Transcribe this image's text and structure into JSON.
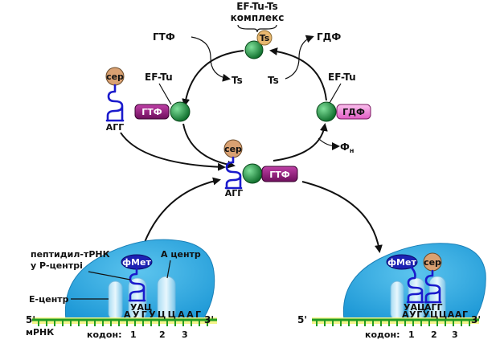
{
  "colors": {
    "ribosome": "#29a8e0",
    "ribosome_light": "#bfe6f7",
    "mrna_green": "#229c22",
    "mrna_yellow": "#f4f48a",
    "ef_green": "#1e8f3c",
    "gtp_purple": "#9b1d83",
    "gdp_pink": "#f08ad8",
    "ser": "#d9a172",
    "ts": "#e8b870",
    "trna_blue": "#1a1acc",
    "fmet": "#1d22b3"
  },
  "labels": {
    "complex_line1": "EF-Tu-Ts",
    "complex_line2": "комплекс",
    "ts": "Ts",
    "gtp": "ГТФ",
    "gdp": "ГДФ",
    "ef_tu": "EF-Tu",
    "ser": "сер",
    "codon_aga": "АГГ",
    "phosphate": "Фн",
    "peptidyl_line1": "пептидил-тРНК",
    "peptidyl_line2": "у Р-центрі",
    "a_center": "А центр",
    "e_center": "Е-центр",
    "fmet": "фМет",
    "anticodon_left": "УАЦ",
    "mrna_seq": "АУГУЦЦААГ",
    "five_prime": "5'",
    "three_prime": "3'",
    "mrna": "мРНК",
    "codon": "кодон:",
    "n1": "1",
    "n2": "2",
    "n3": "3"
  }
}
